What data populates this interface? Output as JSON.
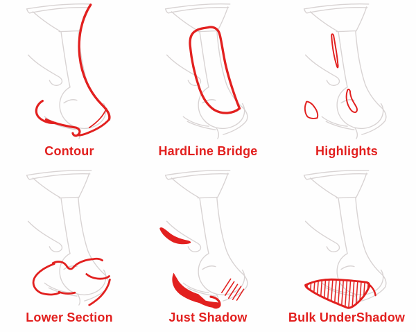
{
  "colors": {
    "accent_red": "#e2201f",
    "sketch_gray": "#d8d3d3",
    "background": "#fefefe"
  },
  "panels": [
    {
      "id": "contour",
      "label": "Contour"
    },
    {
      "id": "hardline-bridge",
      "label": "HardLine Bridge"
    },
    {
      "id": "highlights",
      "label": "Highlights"
    },
    {
      "id": "lower-section",
      "label": "Lower Section"
    },
    {
      "id": "just-shadow",
      "label": "Just Shadow"
    },
    {
      "id": "bulk-undershadow",
      "label": "Bulk UnderShadow"
    }
  ]
}
